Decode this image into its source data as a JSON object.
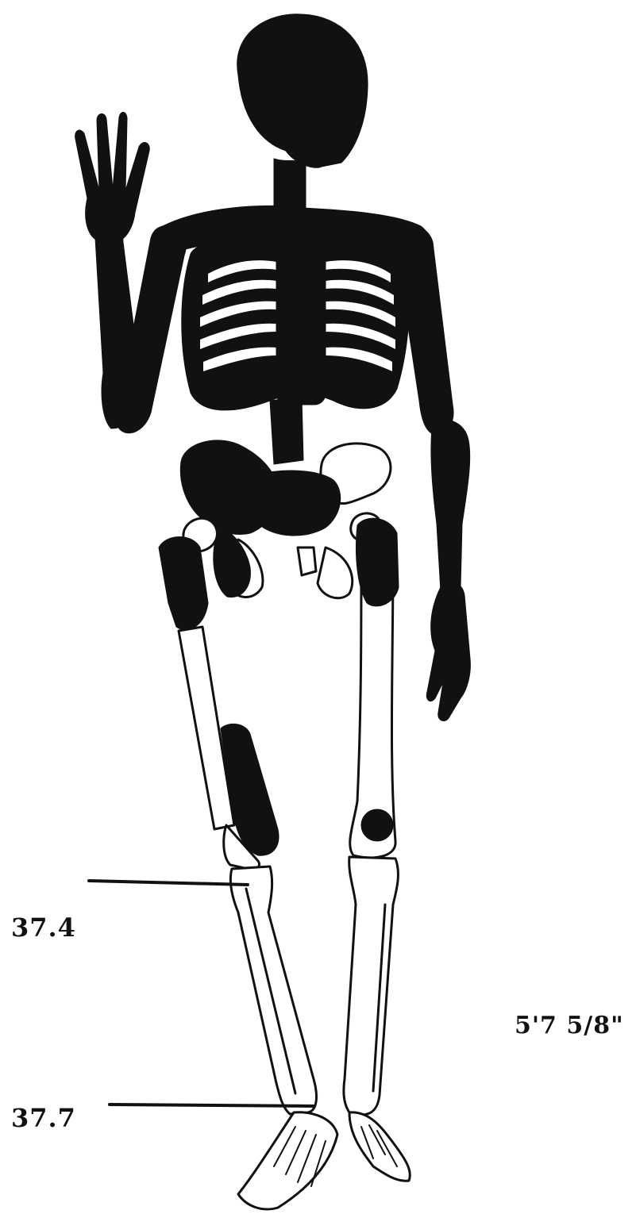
{
  "annotations": {
    "upper_measurement": "37.4",
    "lower_measurement": "37.7",
    "height": "5'7 5/8\""
  },
  "colors": {
    "shaded_bone": "#111111",
    "bone_outline": "#111111",
    "unshaded_bone": "#ffffff",
    "paper": "#ffffff"
  }
}
